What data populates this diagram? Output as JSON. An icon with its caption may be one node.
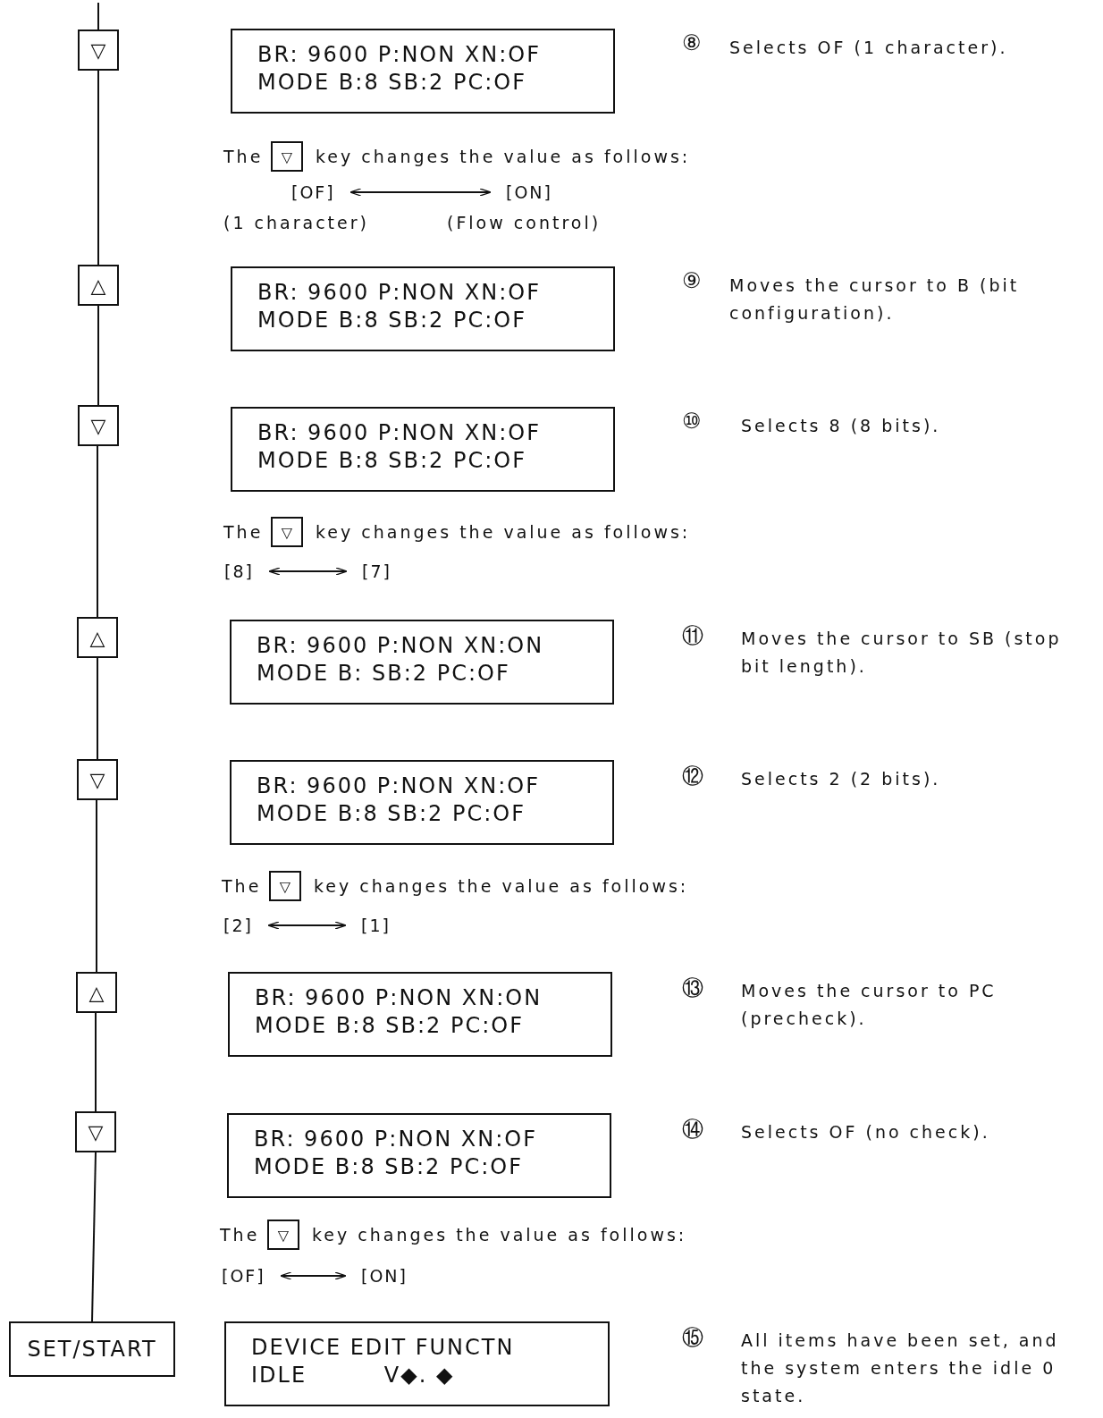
{
  "diagram": {
    "nodes": [
      {
        "text": [
          "▽"
        ]
      },
      {
        "text": [
          "BR: 9600 P:NON XN:OF",
          "MODE B:8 SB:2 PC:OF"
        ],
        "beside": [
          "⑧",
          "Selects OF (1 character)."
        ]
      },
      {
        "text": [
          "[OF]"
        ],
        "beside": [
          "(1 character)"
        ]
      },
      {
        "text": [
          "[ON]"
        ],
        "beside": [
          "(Flow control)"
        ]
      },
      {
        "text": [
          "△"
        ]
      },
      {
        "text": [
          "BR: 9600 P:NON XN:OF",
          "MODE B:8 SB:2 PC:OF"
        ],
        "beside": [
          "⑨",
          "Moves the cursor to B (bit configuration)."
        ]
      },
      {
        "text": [
          "▽"
        ]
      },
      {
        "text": [
          "BR: 9600 P:NON XN:OF",
          "MODE B:8 SB:2 PC:OF"
        ],
        "beside": [
          "⑩",
          "Selects 8 (8 bits)."
        ]
      },
      {
        "text": [
          "[8]"
        ]
      },
      {
        "text": [
          "[7]"
        ]
      },
      {
        "text": [
          "△"
        ]
      },
      {
        "text": [
          "BR: 9600 P:NON XN:ON",
          "MODE B: SB:2 PC:OF"
        ],
        "beside": [
          "⑪",
          "Moves the cursor to SB (stop bit length)."
        ]
      },
      {
        "text": [
          "▽"
        ]
      },
      {
        "text": [
          "BR: 9600 P:NON XN:OF",
          "MODE B:8 SB:2 PC:OF"
        ],
        "beside": [
          "⑫",
          "Selects 2 (2 bits)."
        ]
      },
      {
        "text": [
          "[2]"
        ]
      },
      {
        "text": [
          "[1]"
        ]
      },
      {
        "text": [
          "△"
        ]
      },
      {
        "text": [
          "BR: 9600 P:NON XN:ON",
          "MODE B:8 SB:2 PC:OF"
        ],
        "beside": [
          "⑬",
          "Moves the cursor to PC (precheck)."
        ]
      },
      {
        "text": [
          "▽"
        ]
      },
      {
        "text": [
          "BR: 9600 P:NON XN:OF",
          "MODE B:8 SB:2 PC:OF"
        ],
        "beside": [
          "⑭",
          "Selects OF (no check)."
        ]
      },
      {
        "text": [
          "[OF]"
        ]
      },
      {
        "text": [
          "[ON]"
        ]
      },
      {
        "text": [
          "SET/START"
        ]
      },
      {
        "text": [
          "DEVICE EDIT FUNCTN",
          "IDLE         V◆. ◆"
        ],
        "beside": [
          "⑮",
          "All items have been set, and the system enters the idle 0 state."
        ]
      }
    ],
    "edges": [
      {
        "from": null,
        "to": 0,
        "arrow": "none"
      },
      {
        "from": 0,
        "to": 4,
        "arrow": "none"
      },
      {
        "from": 4,
        "to": 6,
        "arrow": "none"
      },
      {
        "from": 6,
        "to": 10,
        "arrow": "none"
      },
      {
        "from": 10,
        "to": 12,
        "arrow": "none"
      },
      {
        "from": 12,
        "to": 16,
        "arrow": "none"
      },
      {
        "from": 16,
        "to": 18,
        "arrow": "none"
      },
      {
        "from": 18,
        "to": 22,
        "arrow": "none"
      },
      {
        "from": 2,
        "to": 3,
        "arrow": "both"
      },
      {
        "from": 8,
        "to": 9,
        "arrow": "both"
      },
      {
        "from": 14,
        "to": 15,
        "arrow": "both"
      },
      {
        "from": 20,
        "to": 21,
        "arrow": "both"
      }
    ],
    "labels": [
      "The",
      "▽",
      "key changes the value as follows:",
      "The",
      "▽",
      "key changes the value as follows:",
      "The",
      "▽",
      "key changes the value as follows:",
      "The",
      "▽",
      "key changes the value as follows:"
    ]
  }
}
